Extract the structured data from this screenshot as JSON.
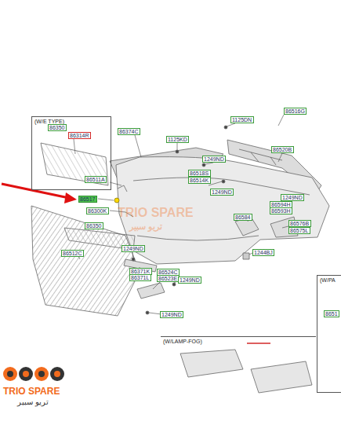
{
  "diagram": {
    "nodes": [
      {
        "text": [
          "(W/E TYPE)"
        ]
      },
      {
        "text": [
          "86350"
        ],
        "in": 0
      },
      {
        "text": [
          "86314R"
        ],
        "in": 0
      },
      {
        "text": [
          "86374C"
        ]
      },
      {
        "text": [
          "1125KD"
        ]
      },
      {
        "text": [
          "1125DN"
        ]
      },
      {
        "text": [
          "86516G"
        ]
      },
      {
        "text": [
          "86520B"
        ]
      },
      {
        "text": [
          "1249ND"
        ]
      },
      {
        "text": [
          "86511A"
        ]
      },
      {
        "text": [
          "86518S"
        ]
      },
      {
        "text": [
          "86514K"
        ]
      },
      {
        "text": [
          "1249ND"
        ]
      },
      {
        "text": [
          "86517"
        ]
      },
      {
        "text": [
          "86594H"
        ]
      },
      {
        "text": [
          "86593H"
        ]
      },
      {
        "text": [
          "1249ND"
        ]
      },
      {
        "text": [
          "86300K"
        ]
      },
      {
        "text": [
          "86584"
        ]
      },
      {
        "text": [
          "86576B"
        ]
      },
      {
        "text": [
          "86575L"
        ]
      },
      {
        "text": [
          "86350"
        ]
      },
      {
        "text": [
          "1249ND"
        ]
      },
      {
        "text": [
          "86512C"
        ]
      },
      {
        "text": [
          "1244BJ"
        ]
      },
      {
        "text": [
          "86371K"
        ]
      },
      {
        "text": [
          "86371L"
        ]
      },
      {
        "text": [
          "86524C"
        ]
      },
      {
        "text": [
          "86523E"
        ]
      },
      {
        "text": [
          "1249ND"
        ]
      },
      {
        "text": [
          "1249ND"
        ]
      },
      {
        "text": [
          "(W/LAMP-FOG)"
        ]
      },
      {
        "text": [
          "(W/PA"
        ]
      },
      {
        "text": [
          "8651"
        ],
        "in": 32
      }
    ],
    "labels": [
      "TRIO SPARE",
      "تريو سبير",
      "TRIO SPARE",
      "تريو سبير"
    ]
  }
}
